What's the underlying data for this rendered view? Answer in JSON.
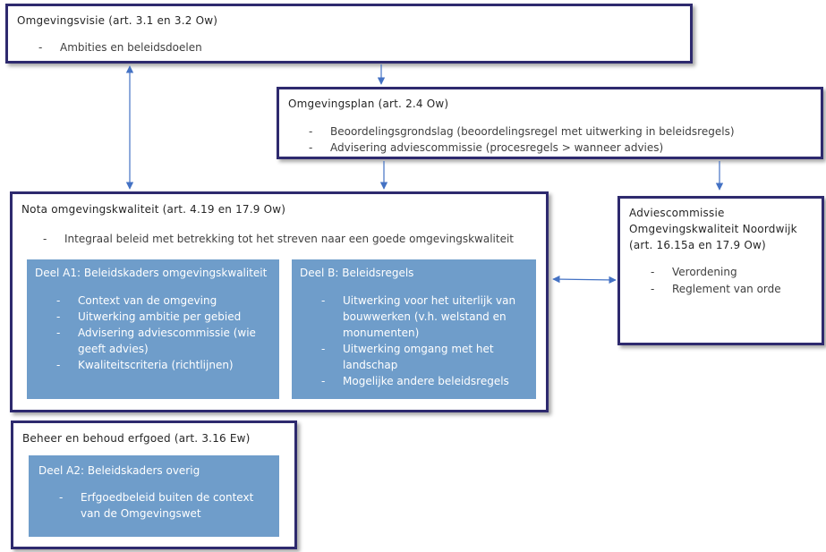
{
  "visie": {
    "title": "Omgevingsvisie (art. 3.1 en 3.2 Ow)",
    "bullets": [
      "Ambities en beleidsdoelen"
    ]
  },
  "plan": {
    "title": "Omgevingsplan (art. 2.4 Ow)",
    "bullets": [
      "Beoordelingsgrondslag (beoordelingsregel met uitwerking in beleidsregels)",
      "Advisering adviescommissie (procesregels > wanneer advies)"
    ]
  },
  "nota": {
    "title": "Nota omgevingskwaliteit (art. 4.19 en 17.9 Ow)",
    "bullets": [
      "Integraal beleid met betrekking tot het streven naar een goede omgevingskwaliteit"
    ],
    "deel_a1": {
      "title": "Deel A1: Beleidskaders omgevingskwaliteit",
      "bullets": [
        "Context van de omgeving",
        "Uitwerking ambitie per gebied",
        "Advisering adviescommissie (wie geeft advies)",
        "Kwaliteitscriteria (richtlijnen)"
      ]
    },
    "deel_b": {
      "title": "Deel B: Beleidsregels",
      "bullets": [
        "Uitwerking voor het uiterlijk van bouwwerken (v.h. welstand en monumenten)",
        "Uitwerking omgang met het landschap",
        "Mogelijke andere beleidsregels"
      ]
    }
  },
  "commissie": {
    "title_lines": [
      "Adviescommissie",
      "Omgevingskwaliteit Noordwijk",
      "(art. 16.15a en 17.9 Ow)"
    ],
    "bullets": [
      "Verordening",
      "Reglement van orde"
    ]
  },
  "erfgoed": {
    "title": "Beheer en behoud erfgoed (art. 3.16 Ew)",
    "deel_a2": {
      "title": "Deel A2: Beleidskaders overig",
      "bullets": [
        "Erfgoedbeleid buiten de context van de Omgevingswet"
      ]
    }
  },
  "dash": "-",
  "colors": {
    "border": "#2e2a6e",
    "panel": "#6f9dca",
    "arrow": "#4472c4"
  }
}
